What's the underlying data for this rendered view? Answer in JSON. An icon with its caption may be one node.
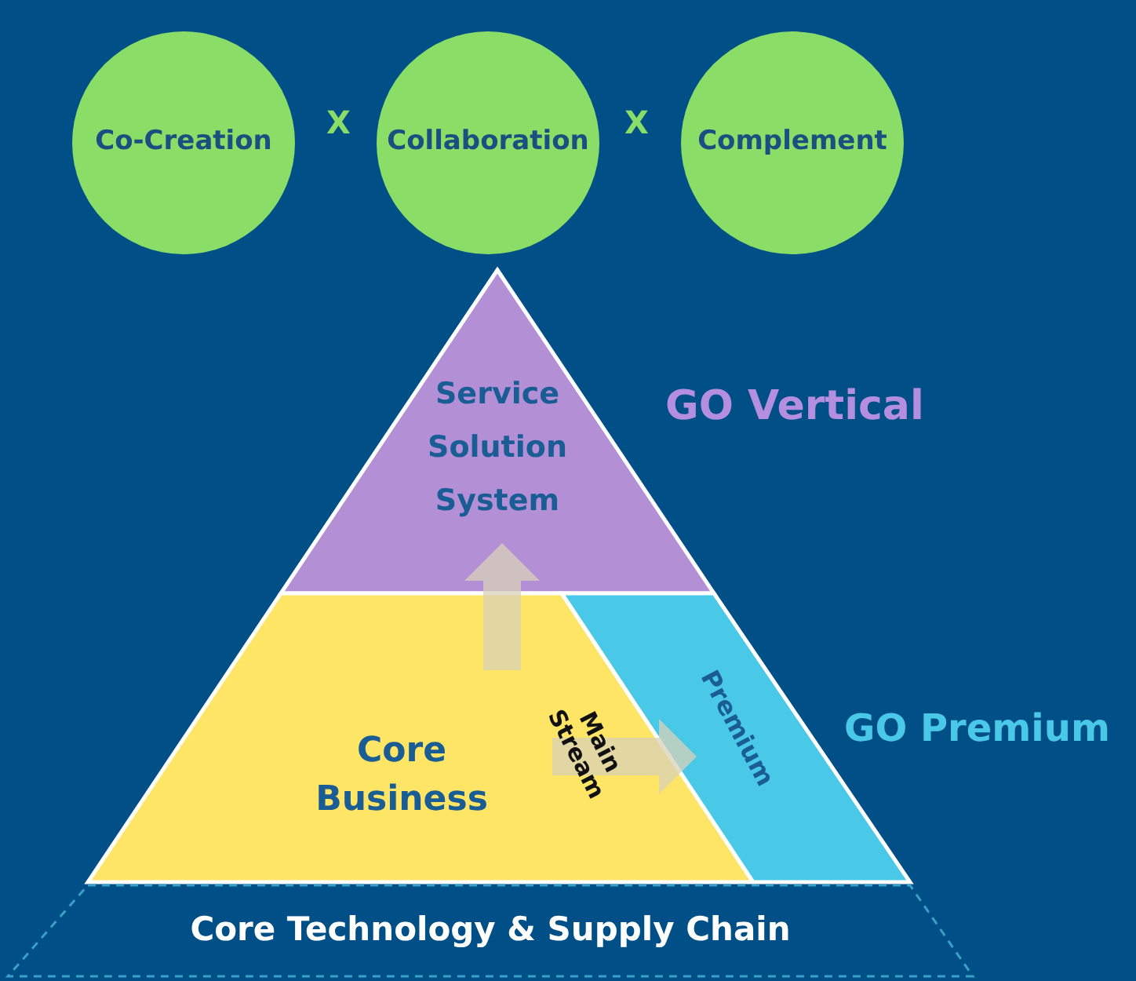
{
  "diagram": {
    "nodes": [
      {
        "text": [
          "Co-Creation"
        ]
      },
      {
        "text": [
          "Collaboration"
        ]
      },
      {
        "text": [
          "Complement"
        ]
      },
      {
        "text": [
          "Service Solution System"
        ],
        "beside": [
          "GO Vertical"
        ]
      },
      {
        "text": [
          "Core Business"
        ]
      },
      {
        "text": [
          "Premium"
        ],
        "beside": [
          "GO Premium"
        ]
      },
      {
        "text": [
          "Core Technology & Supply Chain"
        ]
      }
    ],
    "edges": [
      {
        "from": 4,
        "to": 3,
        "arrow": "to"
      },
      {
        "from": 4,
        "to": 5,
        "arrow": "to",
        "label": "Main Stream"
      }
    ],
    "labels": [
      "X",
      "X"
    ]
  }
}
